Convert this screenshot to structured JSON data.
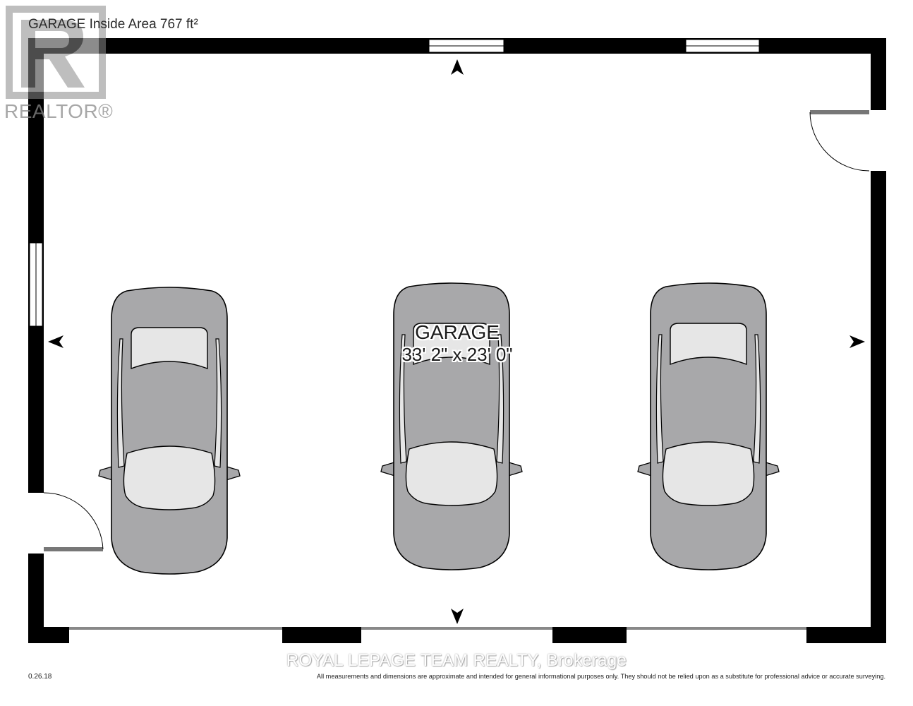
{
  "header": {
    "title": "GARAGE Inside Area 767 ft²"
  },
  "logo": {
    "name": "REALTOR®"
  },
  "room": {
    "name": "GARAGE",
    "dimensions": "33' 2\" x 23' 0\""
  },
  "footer": {
    "version": "0.26.18",
    "watermark": "ROYAL LEPAGE TEAM REALTY, Brokerage",
    "disclaimer": "All measurements and dimensions are approximate and intended for general informational purposes only. They should not be relied upon as a substitute for professional advice or accurate surveying."
  },
  "colors": {
    "wall": "#000000",
    "car_body": "#a8a8aa",
    "car_glass": "#e6e6e6",
    "logo": "#7a7a7a"
  },
  "icons": [
    "realtor-logo-icon",
    "north-arrow-icon",
    "south-arrow-icon",
    "west-arrow-icon",
    "east-arrow-icon",
    "car-icon"
  ]
}
